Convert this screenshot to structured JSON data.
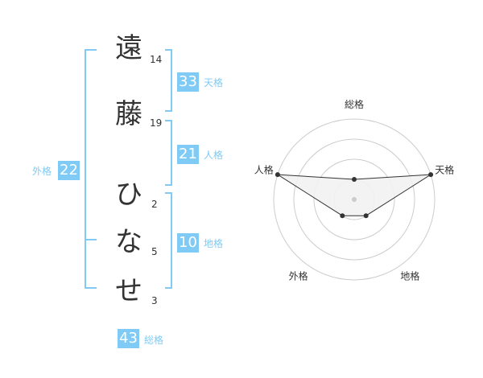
{
  "colors": {
    "accent": "#7fcbf5",
    "text": "#333333",
    "radar_line": "#333333",
    "radar_fill": "#f2f2f2",
    "grid": "#cccccc"
  },
  "name_chars": [
    {
      "char": "遠",
      "strokes": "14"
    },
    {
      "char": "藤",
      "strokes": "19"
    },
    {
      "char": "ひ",
      "strokes": "2"
    },
    {
      "char": "な",
      "strokes": "5"
    },
    {
      "char": "せ",
      "strokes": "3"
    }
  ],
  "fortunes": {
    "tenkaku": {
      "value": "33",
      "label": "天格"
    },
    "jinkaku": {
      "value": "21",
      "label": "人格"
    },
    "chikaku": {
      "value": "10",
      "label": "地格"
    },
    "gaikaku": {
      "value": "22",
      "label": "外格"
    },
    "soukaku": {
      "value": "43",
      "label": "総格"
    }
  },
  "chart_data": {
    "type": "radar",
    "axes": [
      "総格",
      "天格",
      "地格",
      "外格",
      "人格"
    ],
    "values": [
      1,
      4,
      1,
      1,
      4
    ],
    "max": 4,
    "rings": 4
  }
}
